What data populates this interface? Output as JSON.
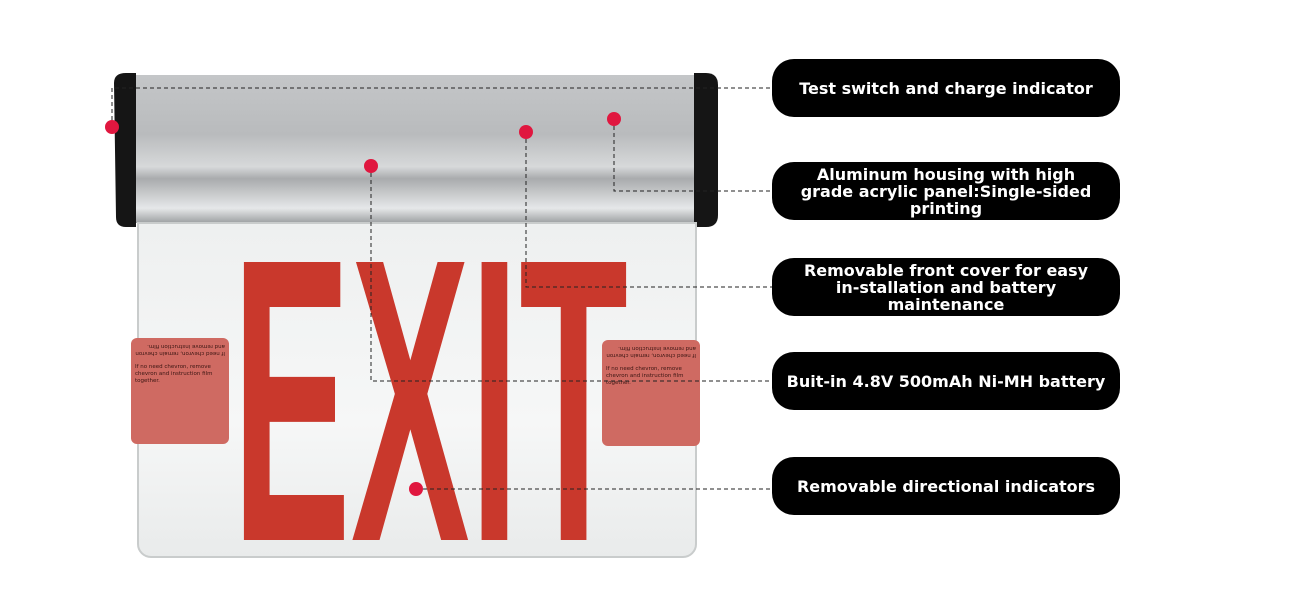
{
  "product": {
    "sign_text": "EXIT",
    "chevron_text": {
      "left_instructions": [
        "If no need chevron, remove chevron and instruction film together.",
        "If need chevron, remain chevron and remove instruction film."
      ],
      "right_instructions": [
        "If no need chevron, remove chevron and instruction film together.",
        "If need chevron, remain chevron and remove instruction film."
      ]
    },
    "colors": {
      "letters": "#c9382c",
      "marker": "#e0173f",
      "label_bg": "#000000",
      "label_text": "#ffffff"
    }
  },
  "callouts": [
    {
      "label": "Test switch and charge indicator"
    },
    {
      "label": "Aluminum housing with high grade acrylic panel:Single-sided printing"
    },
    {
      "label": "Removable front cover for easy in-stallation and battery maintenance"
    },
    {
      "label": "Buit-in 4.8V 500mAh Ni-MH battery"
    },
    {
      "label": "Removable directional indicators"
    }
  ]
}
